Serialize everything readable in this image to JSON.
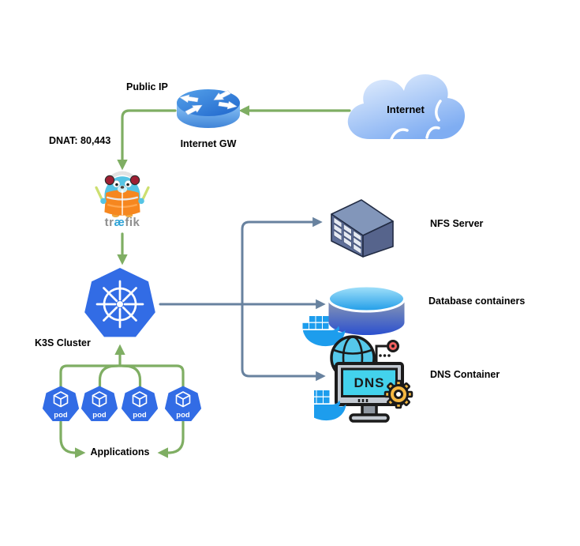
{
  "diagram": {
    "labels": {
      "public_ip": "Public IP",
      "internet_gw": "Internet GW",
      "internet": "Internet",
      "dnat": "DNAT: 80,443",
      "k3s_cluster": "K3S Cluster",
      "applications": "Applications",
      "nfs_server": "NFS Server",
      "database_containers": "Database containers",
      "dns_container": "DNS Container",
      "dns_screen": "DNS"
    },
    "traefik_wordmark": {
      "part1": "tr",
      "part2": "æ",
      "part3": "fik"
    },
    "pods": [
      {
        "label": "pod"
      },
      {
        "label": "pod"
      },
      {
        "label": "pod"
      },
      {
        "label": "pod"
      }
    ],
    "connections": [
      {
        "from": "Internet",
        "to": "Internet GW",
        "color": "green"
      },
      {
        "from": "Internet GW",
        "to": "traefik",
        "color": "green",
        "label": "DNAT: 80,443"
      },
      {
        "from": "traefik",
        "to": "K3S Cluster",
        "color": "green"
      },
      {
        "from": "pods",
        "to": "K3S Cluster",
        "color": "green"
      },
      {
        "from": "pod-1",
        "to": "Applications",
        "color": "green"
      },
      {
        "from": "pod-4",
        "to": "Applications",
        "color": "green"
      },
      {
        "from": "K3S Cluster",
        "to": "NFS Server",
        "color": "blue"
      },
      {
        "from": "K3S Cluster",
        "to": "Database containers",
        "color": "blue"
      },
      {
        "from": "K3S Cluster",
        "to": "DNS Container",
        "color": "blue"
      }
    ],
    "colors": {
      "green_arrow": "#7fae63",
      "blue_arrow": "#68829f",
      "kubernetes_blue": "#326ce5",
      "docker_blue": "#1d9ded",
      "traefik_orange": "#f6871f",
      "traefik_body_blue": "#55c4e4",
      "cloud_blue": "#85b4f2",
      "router_blue": "#2f7bd1",
      "server_slate": "#5f6f99",
      "db_cylinder_blue": "#2b50cf",
      "dns_screen_cyan": "#43d2ec",
      "gear_yellow": "#f5b841",
      "node_red": "#f2605f",
      "label_text": "#000000"
    }
  }
}
